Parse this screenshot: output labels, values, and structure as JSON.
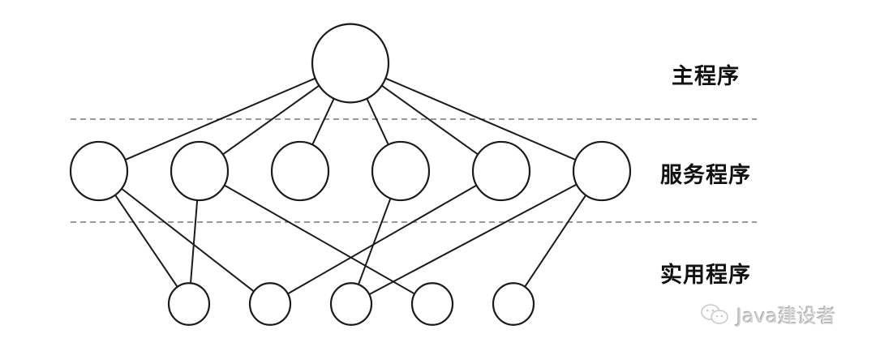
{
  "levels": {
    "main": "主程序",
    "service": "服务程序",
    "utility": "实用程序"
  },
  "watermark": "Java建设者",
  "graph": {
    "nodes": {
      "main": [
        "M"
      ],
      "service": [
        "S1",
        "S2",
        "S3",
        "S4",
        "S5",
        "S6"
      ],
      "utility": [
        "U1",
        "U2",
        "U3",
        "U4",
        "U5"
      ]
    },
    "edges": [
      [
        "M",
        "S1"
      ],
      [
        "M",
        "S2"
      ],
      [
        "M",
        "S3"
      ],
      [
        "M",
        "S4"
      ],
      [
        "M",
        "S5"
      ],
      [
        "M",
        "S6"
      ],
      [
        "S1",
        "U1"
      ],
      [
        "S1",
        "U2"
      ],
      [
        "S2",
        "U1"
      ],
      [
        "S2",
        "U4"
      ],
      [
        "S4",
        "U3"
      ],
      [
        "S5",
        "U2"
      ],
      [
        "S6",
        "U3"
      ],
      [
        "S6",
        "U5"
      ]
    ]
  },
  "colors": {
    "stroke": "#1a1a1a",
    "dash": "#777777"
  }
}
